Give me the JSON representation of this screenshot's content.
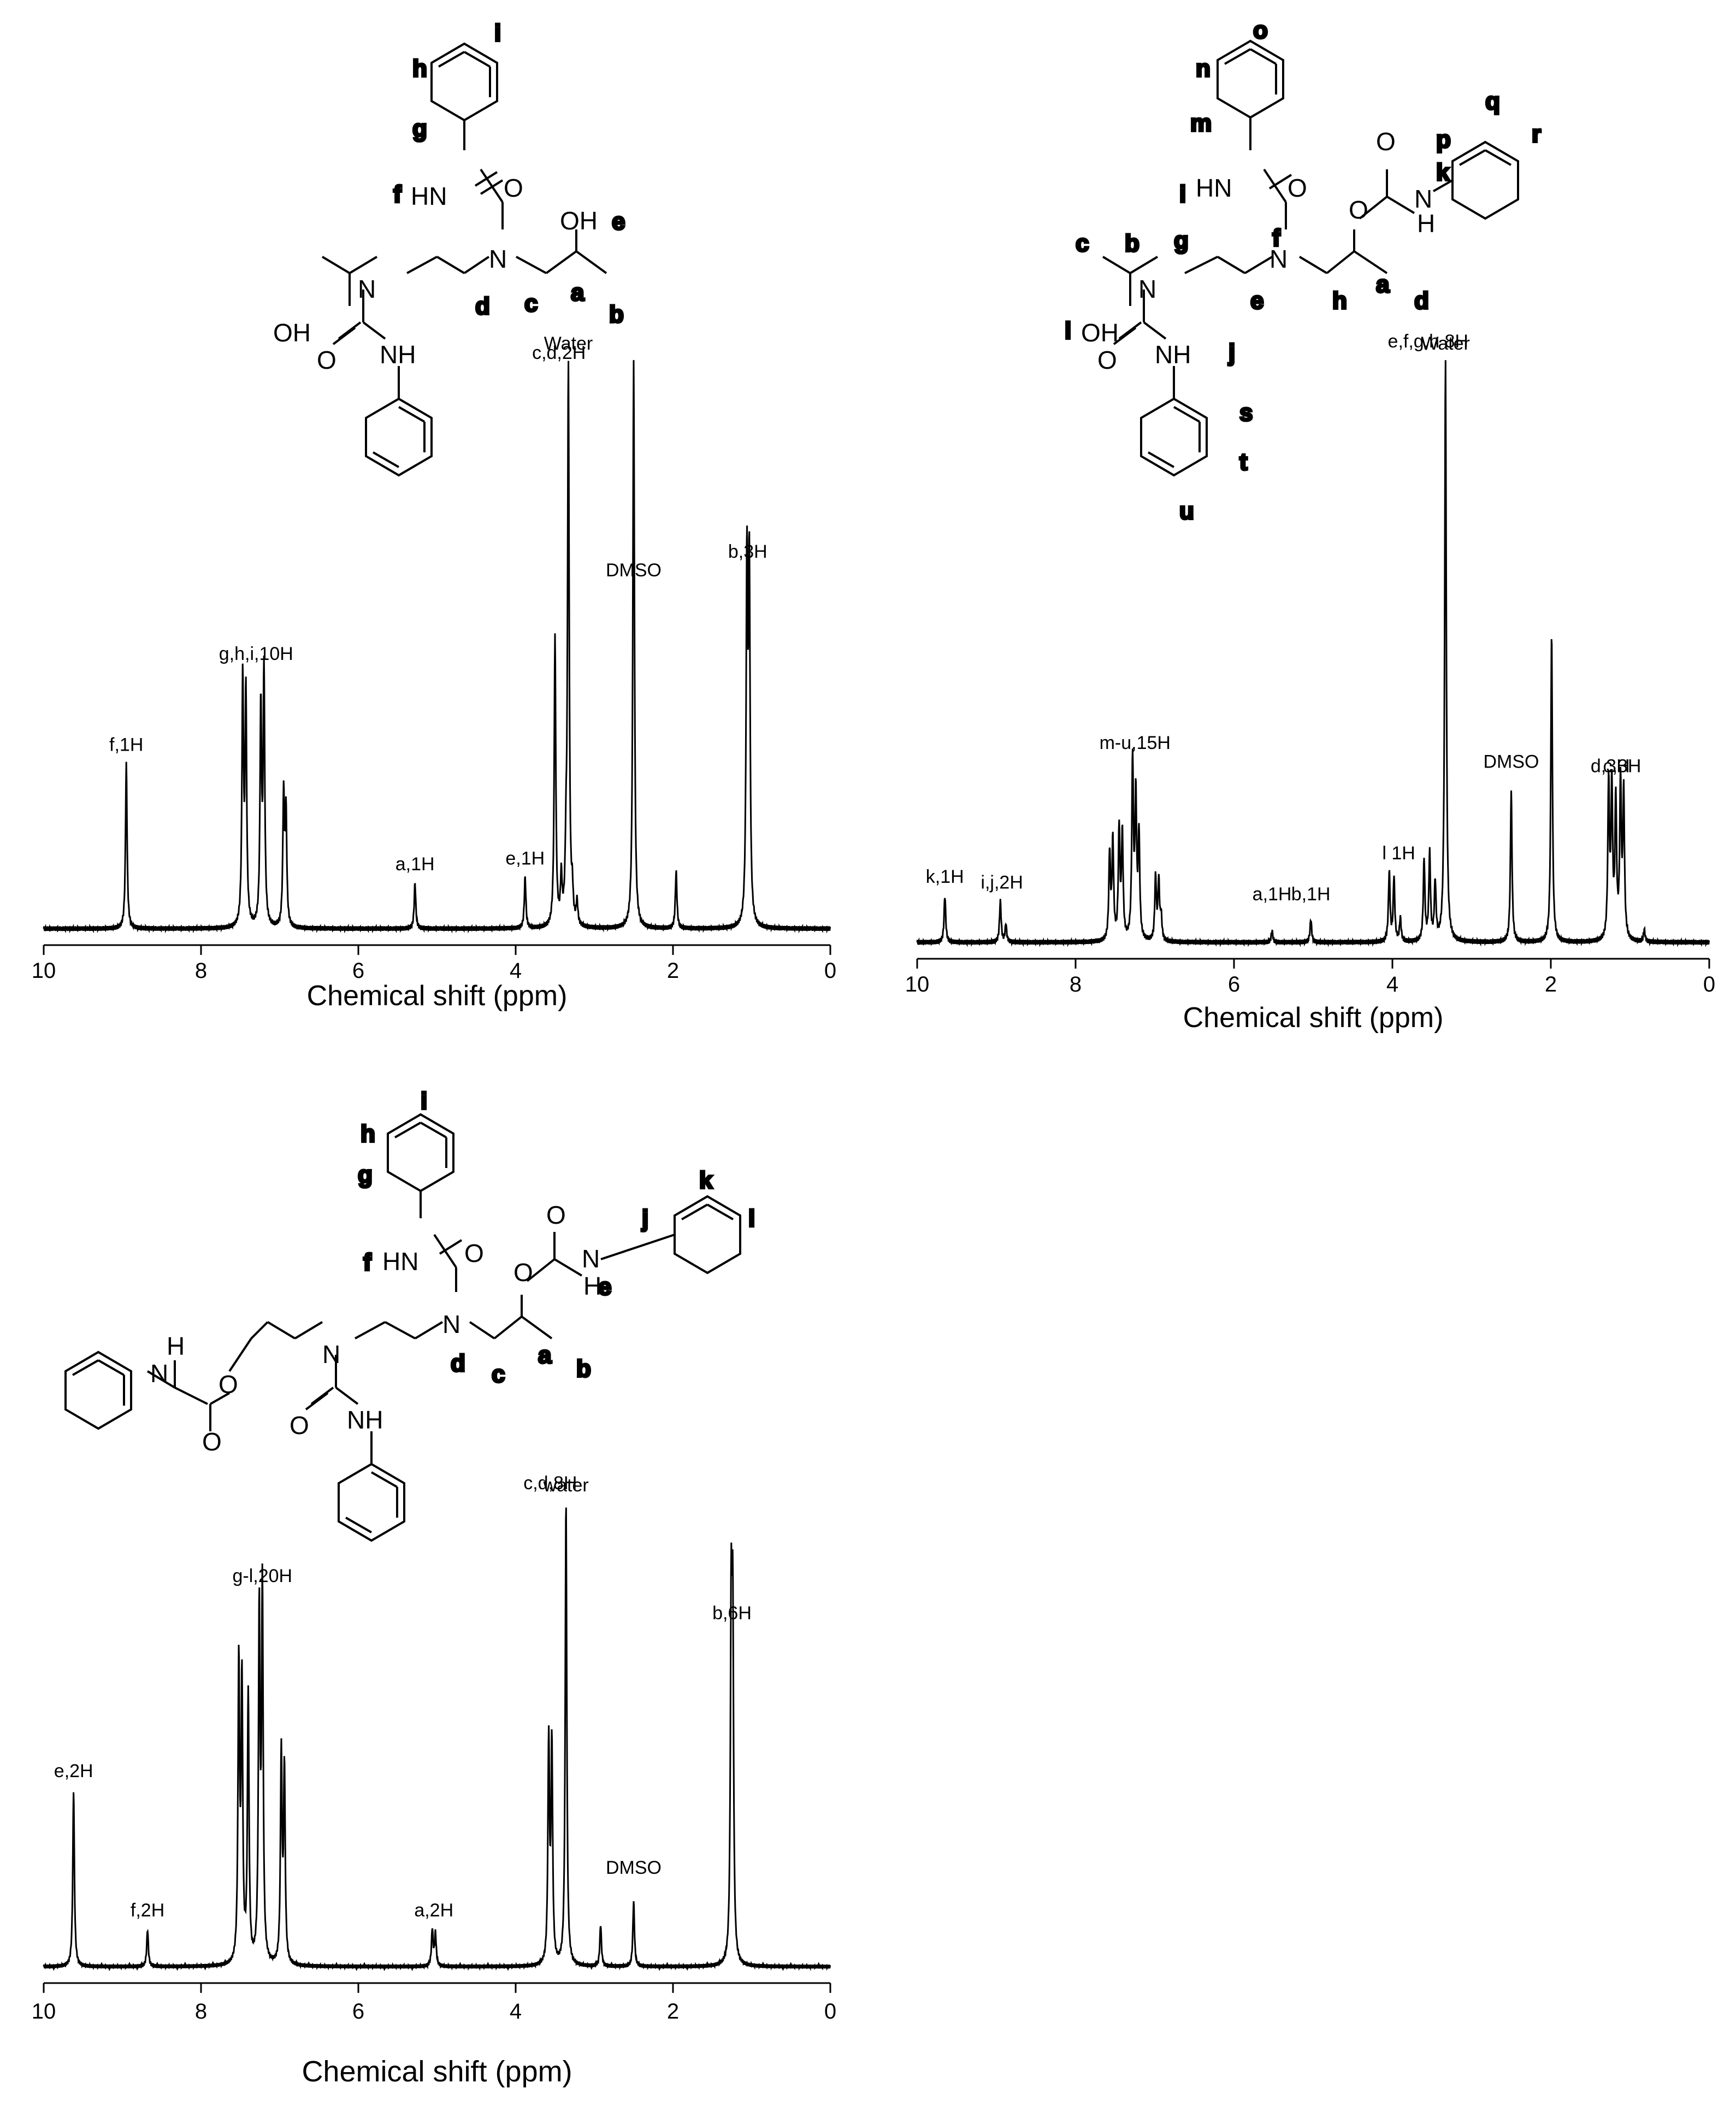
{
  "chart_data": [
    {
      "type": "line",
      "title": "",
      "xlabel": "Chemical shift (ppm)",
      "ylabel": "",
      "xlim": [
        10,
        0
      ],
      "x_reversed": true,
      "xticks": [
        "10",
        "8",
        "6",
        "4",
        "2",
        "0"
      ],
      "grid": false,
      "series": [
        {
          "peaks": [
            {
              "ppm": 8.95,
              "height": 0.29
            },
            {
              "ppm": 7.47,
              "height": 0.43
            },
            {
              "ppm": 7.43,
              "height": 0.41
            },
            {
              "ppm": 7.24,
              "height": 0.38
            },
            {
              "ppm": 7.2,
              "height": 0.45
            },
            {
              "ppm": 6.95,
              "height": 0.23
            },
            {
              "ppm": 6.92,
              "height": 0.2
            },
            {
              "ppm": 5.28,
              "height": 0.08
            },
            {
              "ppm": 3.88,
              "height": 0.09
            },
            {
              "ppm": 3.5,
              "height": 0.51
            },
            {
              "ppm": 3.42,
              "height": 0.08
            },
            {
              "ppm": 3.36,
              "height": 0.1
            },
            {
              "ppm": 3.33,
              "height": 0.98
            },
            {
              "ppm": 3.28,
              "height": 0.05
            },
            {
              "ppm": 3.22,
              "height": 0.04
            },
            {
              "ppm": 2.5,
              "height": 1.0
            },
            {
              "ppm": 1.96,
              "height": 0.1
            },
            {
              "ppm": 1.06,
              "height": 0.63
            },
            {
              "ppm": 1.03,
              "height": 0.62
            }
          ]
        }
      ],
      "annotations": [
        {
          "text": "f,1H",
          "ppm": 8.95
        },
        {
          "text": "g,h,i,10H",
          "ppm": 7.3
        },
        {
          "text": "a,1H",
          "ppm": 5.28
        },
        {
          "text": "e,1H",
          "ppm": 3.88
        },
        {
          "text": "c,d,2H",
          "ppm": 3.45
        },
        {
          "text": "Water",
          "ppm": 3.33
        },
        {
          "text": "DMSO",
          "ppm": 2.5
        },
        {
          "text": "b,3H",
          "ppm": 1.05
        }
      ],
      "structure_labels": [
        "a",
        "b",
        "c",
        "d",
        "e",
        "f",
        "g",
        "h",
        "i"
      ]
    },
    {
      "type": "line",
      "title": "",
      "xlabel": "Chemical shift (ppm)",
      "ylabel": "",
      "xlim": [
        10,
        0
      ],
      "x_reversed": true,
      "xticks": [
        "10",
        "8",
        "6",
        "4",
        "2",
        "0"
      ],
      "grid": false,
      "series": [
        {
          "peaks": [
            {
              "ppm": 9.65,
              "height": 0.08
            },
            {
              "ppm": 8.95,
              "height": 0.07
            },
            {
              "ppm": 8.88,
              "height": 0.03
            },
            {
              "ppm": 7.57,
              "height": 0.15
            },
            {
              "ppm": 7.53,
              "height": 0.17
            },
            {
              "ppm": 7.45,
              "height": 0.19
            },
            {
              "ppm": 7.41,
              "height": 0.18
            },
            {
              "ppm": 7.28,
              "height": 0.31
            },
            {
              "ppm": 7.24,
              "height": 0.24
            },
            {
              "ppm": 7.2,
              "height": 0.18
            },
            {
              "ppm": 6.99,
              "height": 0.11
            },
            {
              "ppm": 6.95,
              "height": 0.1
            },
            {
              "ppm": 6.92,
              "height": 0.04
            },
            {
              "ppm": 5.52,
              "height": 0.02
            },
            {
              "ppm": 5.03,
              "height": 0.04
            },
            {
              "ppm": 4.04,
              "height": 0.12
            },
            {
              "ppm": 3.98,
              "height": 0.11
            },
            {
              "ppm": 3.9,
              "height": 0.04
            },
            {
              "ppm": 3.6,
              "height": 0.14
            },
            {
              "ppm": 3.53,
              "height": 0.15
            },
            {
              "ppm": 3.46,
              "height": 0.1
            },
            {
              "ppm": 3.33,
              "height": 1.0
            },
            {
              "ppm": 2.5,
              "height": 0.26
            },
            {
              "ppm": 1.99,
              "height": 0.53
            },
            {
              "ppm": 1.27,
              "height": 0.27
            },
            {
              "ppm": 1.23,
              "height": 0.26
            },
            {
              "ppm": 1.18,
              "height": 0.24
            },
            {
              "ppm": 1.12,
              "height": 0.27
            },
            {
              "ppm": 1.08,
              "height": 0.25
            },
            {
              "ppm": 0.82,
              "height": 0.02
            }
          ]
        }
      ],
      "annotations": [
        {
          "text": "k,1H",
          "ppm": 9.65
        },
        {
          "text": "i,j,2H",
          "ppm": 8.93
        },
        {
          "text": "m-u,15H",
          "ppm": 7.25
        },
        {
          "text": "a,1H",
          "ppm": 5.52
        },
        {
          "text": "b,1H",
          "ppm": 5.03
        },
        {
          "text": "e,f,g,h 8H",
          "ppm": 3.55
        },
        {
          "text": "l 1H",
          "ppm": 3.92
        },
        {
          "text": "Water",
          "ppm": 3.33
        },
        {
          "text": "DMSO",
          "ppm": 2.5
        },
        {
          "text": "d,3H",
          "ppm": 1.25
        },
        {
          "text": "c,3H",
          "ppm": 1.1
        }
      ],
      "structure_labels": [
        "a",
        "b",
        "c",
        "d",
        "e",
        "f",
        "g",
        "h",
        "i",
        "j",
        "k",
        "l",
        "m",
        "n",
        "o",
        "p",
        "q",
        "r",
        "s",
        "t",
        "u"
      ]
    },
    {
      "type": "line",
      "title": "",
      "xlabel": "Chemical shift (ppm)",
      "ylabel": "",
      "xlim": [
        10,
        0
      ],
      "x_reversed": true,
      "xticks": [
        "10",
        "8",
        "6",
        "4",
        "2",
        "0"
      ],
      "grid": false,
      "series": [
        {
          "peaks": [
            {
              "ppm": 9.62,
              "height": 0.38
            },
            {
              "ppm": 8.68,
              "height": 0.08
            },
            {
              "ppm": 7.52,
              "height": 0.64
            },
            {
              "ppm": 7.48,
              "height": 0.6
            },
            {
              "ppm": 7.4,
              "height": 0.58
            },
            {
              "ppm": 7.26,
              "height": 0.75
            },
            {
              "ppm": 7.22,
              "height": 0.8
            },
            {
              "ppm": 6.98,
              "height": 0.45
            },
            {
              "ppm": 6.94,
              "height": 0.42
            },
            {
              "ppm": 5.06,
              "height": 0.08
            },
            {
              "ppm": 5.02,
              "height": 0.07
            },
            {
              "ppm": 3.58,
              "height": 0.48
            },
            {
              "ppm": 3.54,
              "height": 0.47
            },
            {
              "ppm": 3.36,
              "height": 1.0
            },
            {
              "ppm": 2.92,
              "height": 0.09
            },
            {
              "ppm": 2.5,
              "height": 0.14
            },
            {
              "ppm": 1.26,
              "height": 0.72
            },
            {
              "ppm": 1.24,
              "height": 0.7
            }
          ]
        }
      ],
      "annotations": [
        {
          "text": "e,2H",
          "ppm": 9.62
        },
        {
          "text": "f,2H",
          "ppm": 8.68
        },
        {
          "text": "g-l,20H",
          "ppm": 7.22
        },
        {
          "text": "a,2H",
          "ppm": 5.04
        },
        {
          "text": "c,d,8H",
          "ppm": 3.56
        },
        {
          "text": "water",
          "ppm": 3.36
        },
        {
          "text": "DMSO",
          "ppm": 2.5
        },
        {
          "text": "b,6H",
          "ppm": 1.25
        }
      ],
      "structure_labels": [
        "a",
        "b",
        "c",
        "d",
        "e",
        "f",
        "g",
        "h",
        "i",
        "j",
        "k",
        "l"
      ]
    }
  ],
  "atoms": {
    "N": "N",
    "NH": "NH",
    "HN": "HN",
    "O": "O",
    "OH": "OH",
    "H": "H"
  }
}
